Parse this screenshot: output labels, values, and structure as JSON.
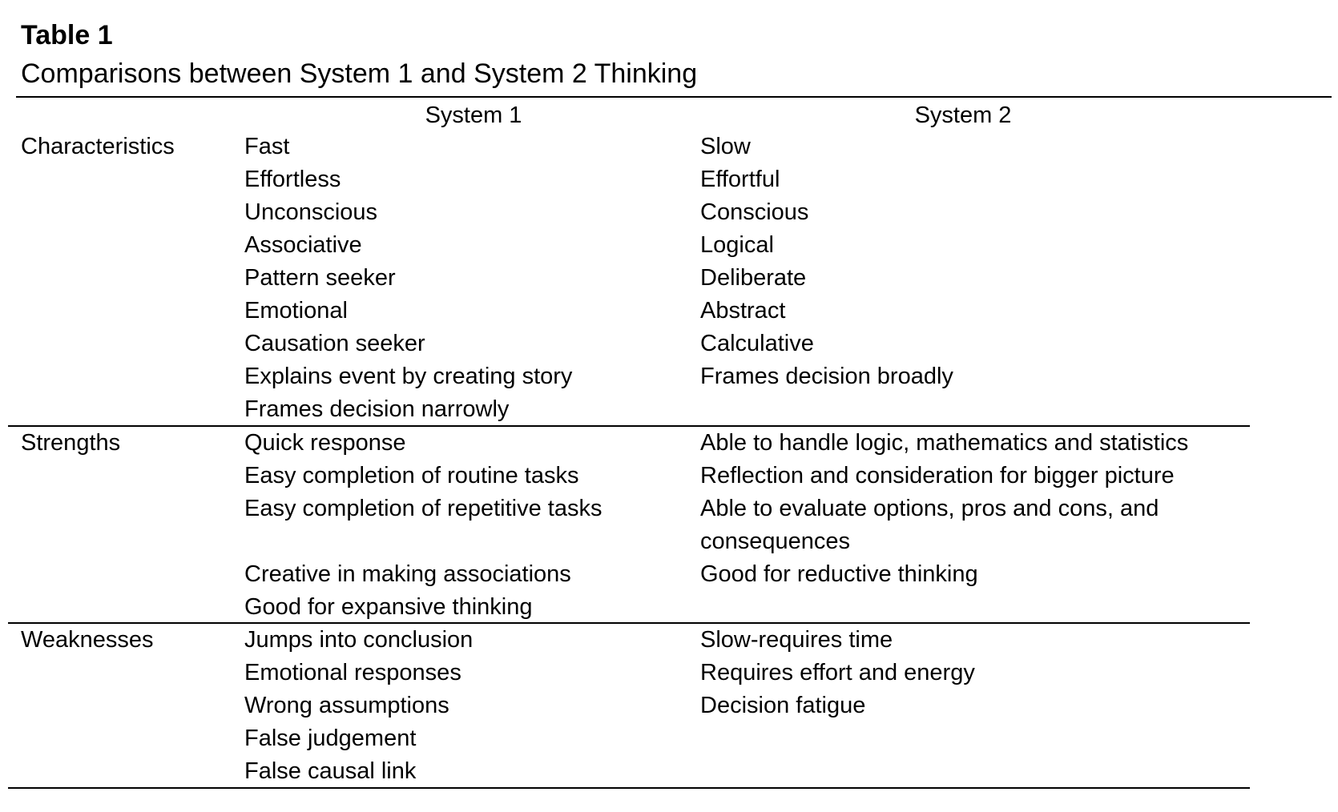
{
  "table": {
    "number": "Table 1",
    "title": "Comparisons between System 1 and System 2 Thinking",
    "columns": [
      "System 1",
      "System 2"
    ],
    "rows": [
      {
        "label": "Characteristics",
        "system1": [
          "Fast",
          "Effortless",
          "Unconscious",
          "Associative",
          "Pattern seeker",
          "Emotional",
          "Causation seeker",
          "Explains event by creating story",
          "Frames decision narrowly"
        ],
        "system2": [
          "Slow",
          "Effortful",
          "Conscious",
          "Logical",
          "Deliberate",
          "Abstract",
          "Calculative",
          "Frames decision broadly"
        ]
      },
      {
        "label": "Strengths",
        "system1": [
          "Quick response",
          "Easy completion of routine tasks",
          "Easy completion of repetitive tasks",
          "",
          "Creative in making associations",
          "Good for expansive thinking"
        ],
        "system2": [
          "Able to handle logic, mathematics and statistics",
          "Reflection and consideration for bigger picture",
          "Able to evaluate options, pros and cons, and consequences",
          "Good for reductive thinking"
        ]
      },
      {
        "label": "Weaknesses",
        "system1": [
          "Jumps into conclusion",
          "Emotional responses",
          "Wrong assumptions",
          "False judgement",
          "False causal link"
        ],
        "system2": [
          "Slow-requires time",
          "Requires effort and energy",
          "Decision fatigue"
        ]
      }
    ]
  }
}
